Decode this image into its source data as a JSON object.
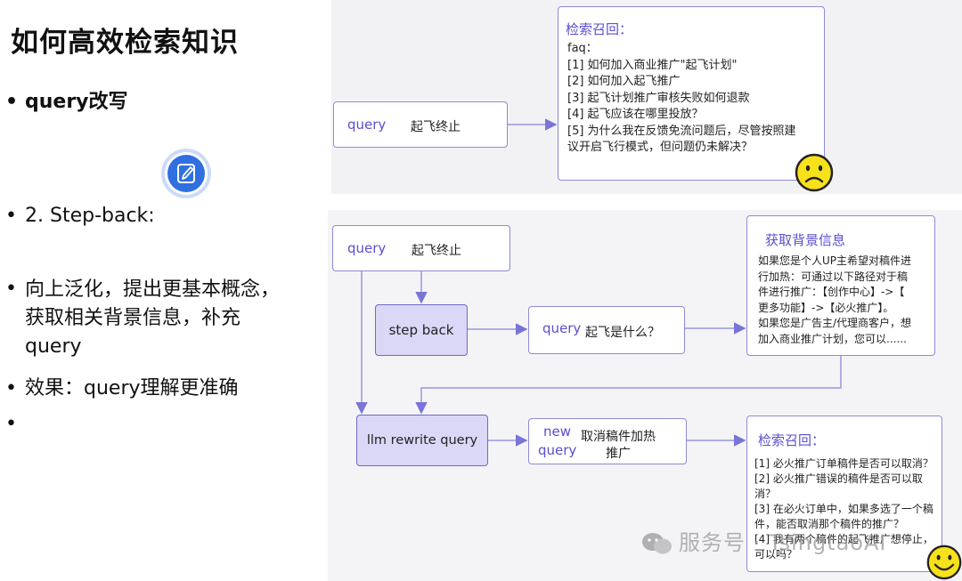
{
  "slide": {
    "title": "如何高效检索知识",
    "bullets": [
      {
        "dot": "•",
        "text": "query改写"
      },
      {
        "dot": "•",
        "text": "2. Step-back:"
      },
      {
        "dot": "•",
        "text": "向上泛化，提出更基本概念，获取相关背景信息，补充query"
      },
      {
        "dot": "•",
        "text": "效果：query理解更准确"
      },
      {
        "dot": "•",
        "text": ""
      }
    ],
    "edit_icon": "edit-pencil-icon"
  },
  "top_diagram": {
    "query_box": {
      "label": "query",
      "text": "起飞终止"
    },
    "recall_box": {
      "title": "检索召回：",
      "lines": [
        "faq：",
        "[1] 如何加入商业推广\"起飞计划\"",
        "[2] 如何加入起飞推广",
        "[3] 起飞计划推广审核失败如何退款",
        "[4] 起飞应该在哪里投放？",
        "[5] 为什么我在反馈免流问题后，尽管按照建",
        "议开启飞行模式，但问题仍未解决？"
      ]
    },
    "face_icon": "sad-face-icon"
  },
  "bottom_diagram": {
    "query_box": {
      "label": "query",
      "text": "起飞终止"
    },
    "step_back": {
      "label": "step back"
    },
    "stepback_query": {
      "label": "query",
      "text": "起飞是什么？"
    },
    "background_box": {
      "title": "获取背景信息",
      "lines": [
        "如果您是个人UP主希望对稿件进",
        "行加热：可通过以下路径对于稿",
        "件进行推广：【创作中心】->【",
        "更多功能】->【必火推广】。",
        "如果您是广告主/代理商客户，想",
        "加入商业推广计划，您可以......"
      ]
    },
    "llm_rewrite": {
      "label": "llm rewrite query"
    },
    "new_query": {
      "label_line1": "new",
      "label_line2": "query",
      "text_line1": "取消稿件加热",
      "text_line2": "推广"
    },
    "recall_box": {
      "title": "检索召回：",
      "lines": [
        "[1] 必火推广订单稿件是否可以取消？",
        "[2] 必火推广错误的稿件是否可以取",
        "消？",
        "[3] 在必火订单中，如果多选了一个稿",
        "件，能否取消那个稿件的推广？",
        "[4] 我有两个稿件的起飞推广想停止，",
        "可以吗？"
      ]
    },
    "face_icon": "happy-face-icon"
  },
  "watermark": {
    "text": "服务号 · TsingtaoAI"
  },
  "colors": {
    "accent": "#5a4fcf",
    "box_border": "#8e8ad8",
    "filled_box": "#dad8f6",
    "badge": "#2f6fe0",
    "face": "#f7e11a"
  }
}
